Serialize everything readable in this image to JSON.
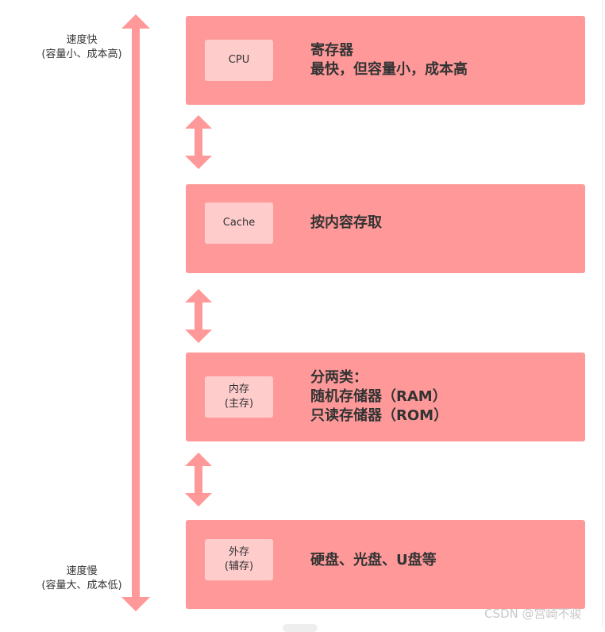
{
  "speed_axis": {
    "fast": {
      "line1": "速度快",
      "line2": "(容量小、成本高)"
    },
    "slow": {
      "line1": "速度慢",
      "line2": "(容量大、成本低)"
    }
  },
  "tiers": [
    {
      "tag": [
        "CPU"
      ],
      "desc": [
        "寄存器",
        "最快，但容量小，成本高"
      ]
    },
    {
      "tag": [
        "Cache"
      ],
      "desc": [
        "按内容存取"
      ]
    },
    {
      "tag": [
        "内存",
        "(主存)"
      ],
      "desc": [
        "分两类：",
        "随机存储器（RAM）",
        "只读存储器（ROM）"
      ]
    },
    {
      "tag": [
        "外存",
        "(辅存)"
      ],
      "desc": [
        "硬盘、光盘、U盘等"
      ]
    }
  ],
  "watermark": "CSDN @宫崎不骏",
  "colors": {
    "box": "#ff9999",
    "tag": "#ffcccc",
    "arrow": "#ff9999",
    "text": "#333333"
  }
}
